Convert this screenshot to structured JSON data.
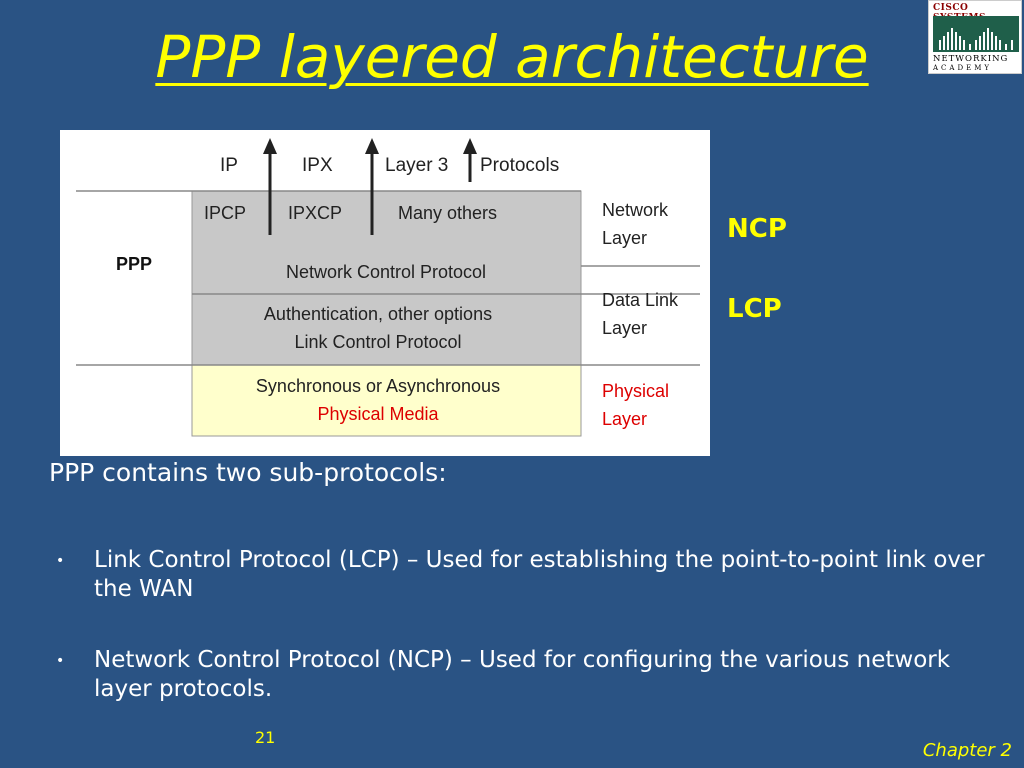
{
  "slide": {
    "title": "PPP layered architecture",
    "page_number": "21",
    "chapter": "Chapter 2"
  },
  "logo": {
    "line1": "CISCO SYSTEMS",
    "line2": "NETWORKING",
    "line3": "ACADEMY"
  },
  "diagram": {
    "top_row": [
      "IP",
      "IPX",
      "Layer 3",
      "Protocols"
    ],
    "ncp_row": [
      "IPCP",
      "IPXCP",
      "Many others"
    ],
    "ppp_label": "PPP",
    "ncp_block": "Network Control Protocol",
    "lcp_line1": "Authentication, other options",
    "lcp_line2": "Link Control Protocol",
    "phys_line1": "Synchronous or Asynchronous",
    "phys_line2": "Physical Media",
    "layer_network_1": "Network",
    "layer_network_2": "Layer",
    "layer_datalink_1": "Data Link",
    "layer_datalink_2": "Layer",
    "layer_physical_1": "Physical",
    "layer_physical_2": "Layer",
    "colors": {
      "grey_block": "#c8c8c8",
      "physical_block": "#ffffcc",
      "red_text": "#dd0000"
    }
  },
  "labels": {
    "ncp": "NCP",
    "lcp": "LCP"
  },
  "body": {
    "intro": "PPP contains two sub-protocols:",
    "bullets": [
      "Link Control Protocol (LCP) – Used for establishing the point-to-point link over the WAN",
      "Network Control Protocol (NCP) – Used for configuring the various network layer protocols."
    ]
  }
}
